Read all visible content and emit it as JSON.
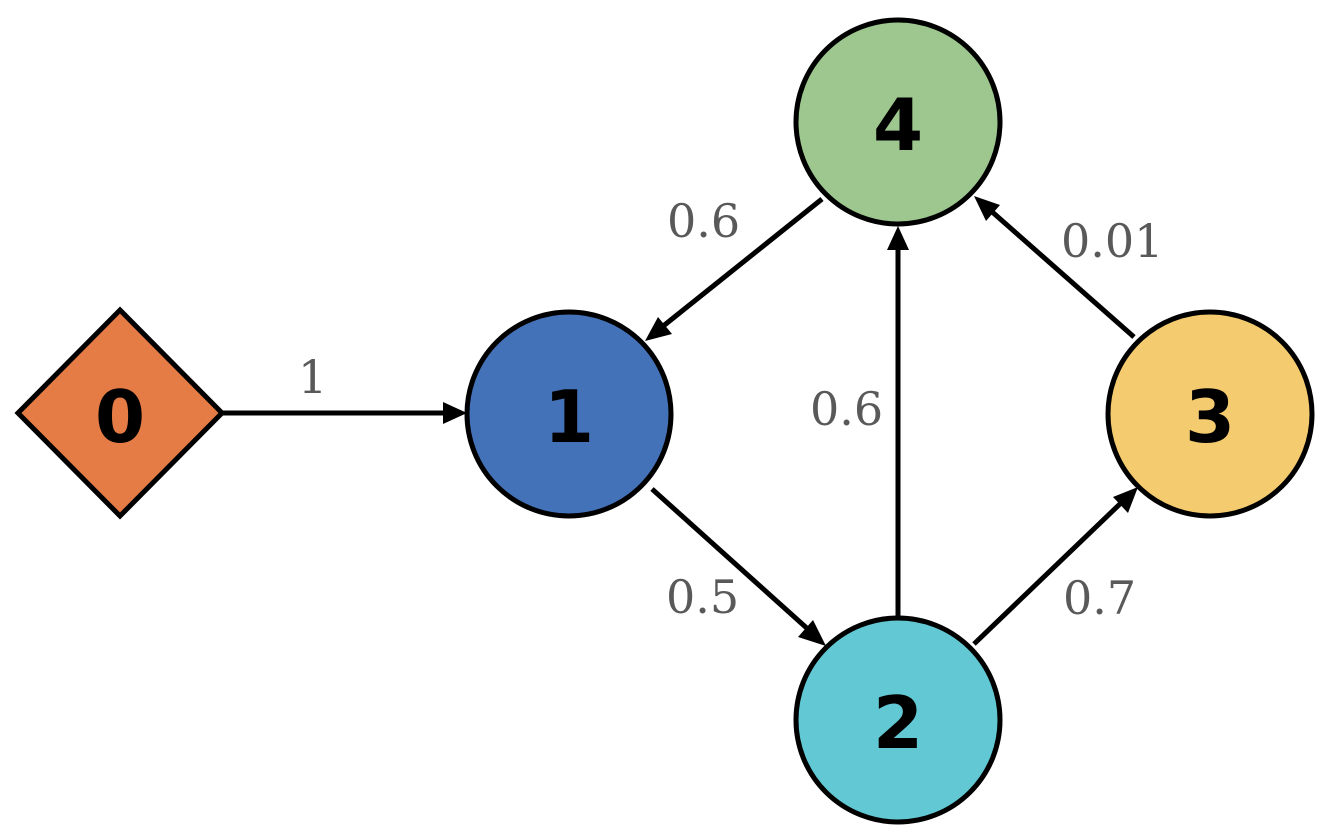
{
  "nodes": [
    {
      "id": "0",
      "label": "0",
      "shape": "diamond",
      "color": "#E67C45"
    },
    {
      "id": "1",
      "label": "1",
      "shape": "circle",
      "color": "#4472B8"
    },
    {
      "id": "2",
      "label": "2",
      "shape": "circle",
      "color": "#62C8D3"
    },
    {
      "id": "3",
      "label": "3",
      "shape": "circle",
      "color": "#F4CB6F"
    },
    {
      "id": "4",
      "label": "4",
      "shape": "circle",
      "color": "#9DC78F"
    }
  ],
  "edges": [
    {
      "from": "0",
      "to": "1",
      "weight": "1"
    },
    {
      "from": "1",
      "to": "2",
      "weight": "0.5"
    },
    {
      "from": "2",
      "to": "4",
      "weight": "0.6"
    },
    {
      "from": "2",
      "to": "3",
      "weight": "0.7"
    },
    {
      "from": "3",
      "to": "4",
      "weight": "0.01"
    },
    {
      "from": "4",
      "to": "1",
      "weight": "0.6"
    }
  ]
}
